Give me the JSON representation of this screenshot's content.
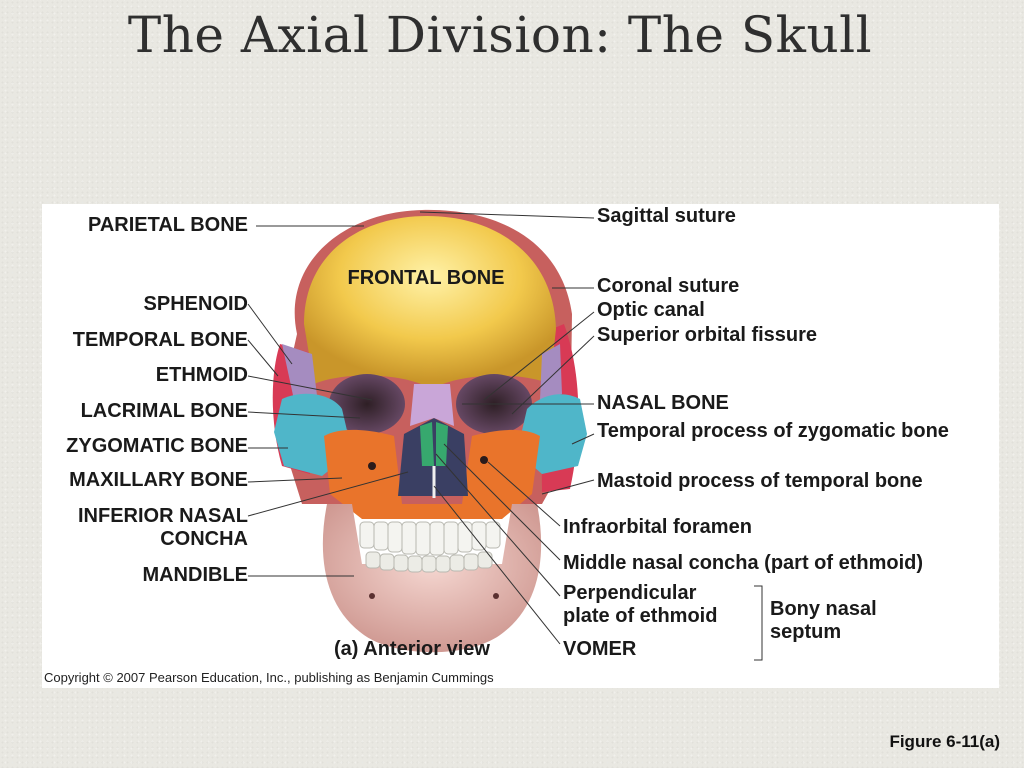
{
  "slide": {
    "title": "The Axial Division: The Skull",
    "figure_ref": "Figure 6-11(a)"
  },
  "figure": {
    "copyright": "Copyright © 2007 Pearson Education, Inc., publishing as Benjamin Cummings",
    "view_label": "(a) Anterior view",
    "bone_on_skull": "FRONTAL BONE",
    "left_labels": {
      "parietal": "PARIETAL BONE",
      "sphenoid": "SPHENOID",
      "temporal": "TEMPORAL BONE",
      "ethmoid": "ETHMOID",
      "lacrimal": "LACRIMAL BONE",
      "zygomatic": "ZYGOMATIC BONE",
      "maxillary": "MAXILLARY BONE",
      "inferior_concha_1": "INFERIOR NASAL",
      "inferior_concha_2": "CONCHA",
      "mandible": "MANDIBLE"
    },
    "right_labels": {
      "sagittal": "Sagittal suture",
      "coronal": "Coronal suture",
      "optic": "Optic canal",
      "orbital_fissure": "Superior orbital fissure",
      "nasal": "NASAL BONE",
      "temporal_process": "Temporal process of zygomatic bone",
      "mastoid": "Mastoid process of temporal bone",
      "infraorbital": "Infraorbital foramen",
      "middle_concha": "Middle nasal concha (part of ethmoid)",
      "perpendicular_1": "Perpendicular",
      "perpendicular_2": "plate of ethmoid",
      "vomer": "VOMER",
      "septum_1": "Bony nasal",
      "septum_2": "septum"
    },
    "colors": {
      "frontal": "#f2c94c",
      "parietal": "#c7605e",
      "temporal": "#d83a55",
      "sphenoid": "#a58cc0",
      "zygomatic": "#4fb6c9",
      "maxilla": "#e9742b",
      "mandible": "#e7b4ad",
      "nasal": "#c9a6d8",
      "ethmoid": "#37a86e"
    }
  }
}
